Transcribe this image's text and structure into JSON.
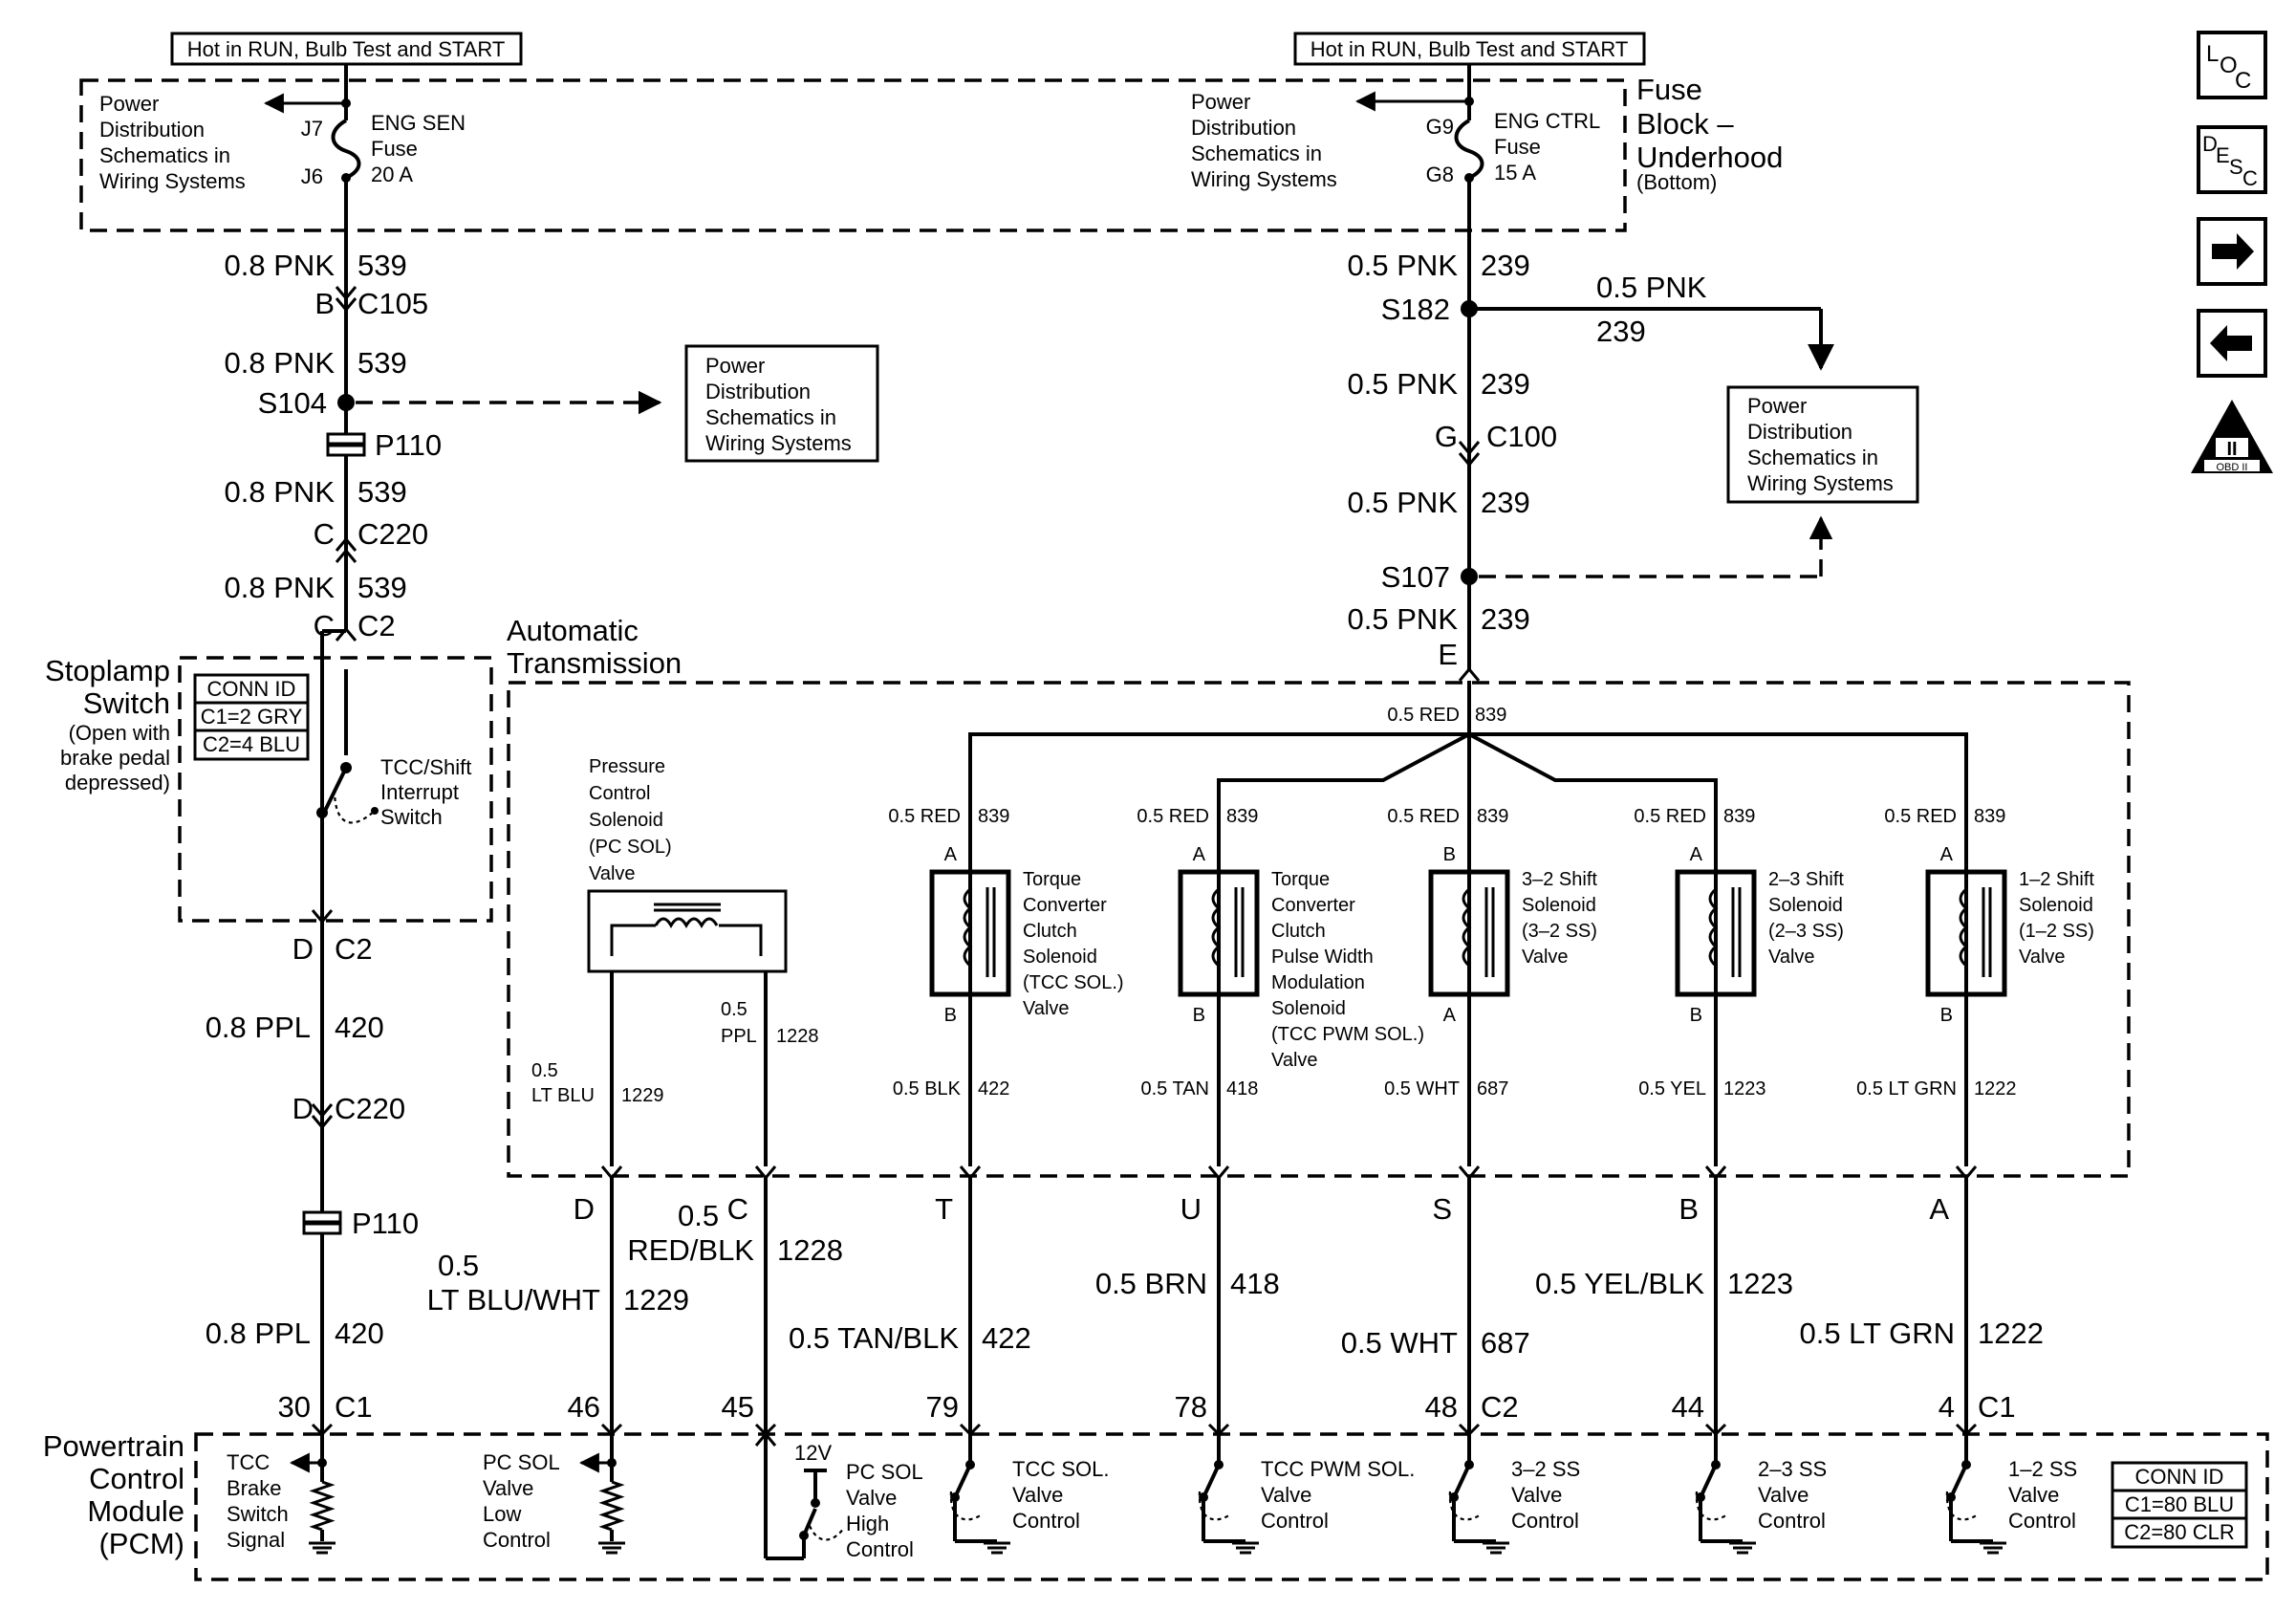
{
  "banners": {
    "left": "Hot in RUN, Bulb Test and START",
    "right": "Hot in RUN, Bulb Test and START"
  },
  "fuse_block": {
    "title_lines": [
      "Fuse",
      "Block –",
      "Underhood"
    ],
    "subtitle": "(Bottom)",
    "left_ref_lines": [
      "Power",
      "Distribution",
      "Schematics in",
      "Wiring Systems"
    ],
    "right_ref_lines": [
      "Power",
      "Distribution",
      "Schematics in",
      "Wiring Systems"
    ],
    "left_fuse": {
      "top_pin": "J7",
      "bottom_pin": "J6",
      "lines": [
        "ENG SEN",
        "Fuse",
        "20 A"
      ]
    },
    "right_fuse": {
      "top_pin": "G9",
      "bottom_pin": "G8",
      "lines": [
        "ENG CTRL",
        "Fuse",
        "15 A"
      ]
    }
  },
  "left_circuit": {
    "wire1": {
      "label": "0.8 PNK",
      "circuit": "539"
    },
    "c105": {
      "pin": "B",
      "name": "C105"
    },
    "wire2": {
      "label": "0.8 PNK",
      "circuit": "539"
    },
    "s104": "S104",
    "p110_top": "P110",
    "wire3": {
      "label": "0.8 PNK",
      "circuit": "539"
    },
    "c220_top": {
      "pin": "C",
      "name": "C220"
    },
    "wire4": {
      "label": "0.8 PNK",
      "circuit": "539"
    },
    "c2_top": {
      "pin": "C",
      "name": "C2"
    },
    "c2_bottom": {
      "pin": "D",
      "name": "C2"
    },
    "wire5": {
      "label": "0.8 PPL",
      "circuit": "420"
    },
    "c220_bottom": {
      "pin": "D",
      "name": "C220"
    },
    "p110_bottom": "P110",
    "wire6": {
      "label": "0.8 PPL",
      "circuit": "420"
    },
    "pcm_pin": {
      "num": "30",
      "conn": "C1"
    }
  },
  "s104_ref_lines": [
    "Power",
    "Distribution",
    "Schematics in",
    "Wiring Systems"
  ],
  "stoplamp": {
    "title_lines": [
      "Stoplamp",
      "Switch"
    ],
    "note_lines": [
      "(Open with",
      "brake pedal",
      "depressed)"
    ],
    "conn_id": [
      "CONN ID",
      "C1=2 GRY",
      "C2=4 BLU"
    ],
    "switch_lines": [
      "TCC/Shift",
      "Interrupt",
      "Switch"
    ]
  },
  "right_circuit": {
    "wire1": {
      "label": "0.5 PNK",
      "circuit": "239"
    },
    "s182": "S182",
    "branch": {
      "label": "0.5 PNK",
      "circuit": "239"
    },
    "wire2": {
      "label": "0.5 PNK",
      "circuit": "239"
    },
    "c100": {
      "pin": "G",
      "name": "C100"
    },
    "wire3": {
      "label": "0.5 PNK",
      "circuit": "239"
    },
    "s107": "S107",
    "wire4": {
      "label": "0.5 PNK",
      "circuit": "239"
    },
    "trans_pin": "E",
    "ref_lines": [
      "Power",
      "Distribution",
      "Schematics in",
      "Wiring Systems"
    ]
  },
  "transmission": {
    "title_lines": [
      "Automatic",
      "Transmission"
    ],
    "feed": {
      "label": "0.5 RED",
      "circuit": "839"
    },
    "pc_sol": {
      "lines": [
        "Pressure",
        "Control",
        "Solenoid",
        "(PC SOL)",
        "Valve"
      ],
      "wire_left": {
        "size": "0.5",
        "color": "LT BLU",
        "circuit": "1229"
      },
      "wire_right": {
        "size": "0.5",
        "color": "PPL",
        "circuit": "1228"
      }
    },
    "solenoids": [
      {
        "top_wire": "0.5 RED",
        "top_circuit": "839",
        "pin_top": "A",
        "pin_bottom": "B",
        "lines": [
          "Torque",
          "Converter",
          "Clutch",
          "Solenoid",
          "(TCC SOL.)",
          "Valve"
        ],
        "bottom_wire": "0.5 BLK",
        "bottom_circuit": "422"
      },
      {
        "top_wire": "0.5 RED",
        "top_circuit": "839",
        "pin_top": "A",
        "pin_bottom": "B",
        "lines": [
          "Torque",
          "Converter",
          "Clutch",
          "Pulse Width",
          "Modulation",
          "Solenoid",
          "(TCC PWM SOL.)",
          "Valve"
        ],
        "bottom_wire": "0.5 TAN",
        "bottom_circuit": "418"
      },
      {
        "top_wire": "0.5 RED",
        "top_circuit": "839",
        "pin_top": "B",
        "pin_bottom": "A",
        "lines": [
          "3–2 Shift",
          "Solenoid",
          "(3–2 SS)",
          "Valve"
        ],
        "bottom_wire": "0.5 WHT",
        "bottom_circuit": "687"
      },
      {
        "top_wire": "0.5 RED",
        "top_circuit": "839",
        "pin_top": "A",
        "pin_bottom": "B",
        "lines": [
          "2–3 Shift",
          "Solenoid",
          "(2–3 SS)",
          "Valve"
        ],
        "bottom_wire": "0.5 YEL",
        "bottom_circuit": "1223"
      },
      {
        "top_wire": "0.5 RED",
        "top_circuit": "839",
        "pin_top": "A",
        "pin_bottom": "B",
        "lines": [
          "1–2 Shift",
          "Solenoid",
          "(1–2 SS)",
          "Valve"
        ],
        "bottom_wire": "0.5 LT GRN",
        "bottom_circuit": "1222"
      }
    ],
    "out_pins": [
      "D",
      "C",
      "T",
      "U",
      "S",
      "B",
      "A"
    ]
  },
  "harness": [
    {
      "label_lines": [
        "0.5",
        "LT BLU/WHT"
      ],
      "circuit": "1229",
      "pcm_pin": "46"
    },
    {
      "label_lines": [
        "0.5",
        "RED/BLK"
      ],
      "circuit": "1228",
      "pcm_pin": "45"
    },
    {
      "label_lines": [
        "0.5 TAN/BLK"
      ],
      "circuit": "422",
      "pcm_pin": "79"
    },
    {
      "label_lines": [
        "0.5 BRN"
      ],
      "circuit": "418",
      "pcm_pin": "78"
    },
    {
      "label_lines": [
        "0.5 WHT"
      ],
      "circuit": "687",
      "pcm_pin": "48",
      "conn": "C2"
    },
    {
      "label_lines": [
        "0.5 YEL/BLK"
      ],
      "circuit": "1223",
      "pcm_pin": "44"
    },
    {
      "label_lines": [
        "0.5 LT GRN"
      ],
      "circuit": "1222",
      "pcm_pin": "4",
      "conn": "C1"
    }
  ],
  "pcm": {
    "title_lines": [
      "Powertrain",
      "Control",
      "Module",
      "(PCM)"
    ],
    "conn_id": [
      "CONN ID",
      "C1=80 BLU",
      "C2=80 CLR"
    ],
    "v12": "12V",
    "blocks": [
      [
        "TCC",
        "Brake",
        "Switch",
        "Signal"
      ],
      [
        "PC SOL",
        "Valve",
        "Low",
        "Control"
      ],
      [
        "PC SOL",
        "Valve",
        "High",
        "Control"
      ],
      [
        "TCC SOL.",
        "Valve",
        "Control"
      ],
      [
        "TCC PWM SOL.",
        "Valve",
        "Control"
      ],
      [
        "3–2 SS",
        "Valve",
        "Control"
      ],
      [
        "2–3 SS",
        "Valve",
        "Control"
      ],
      [
        "1–2 SS",
        "Valve",
        "Control"
      ]
    ]
  },
  "nav_icons": {
    "loc": [
      "L",
      "O",
      "C"
    ],
    "desc": [
      "D",
      "E",
      "S",
      "C"
    ],
    "obd": [
      "II",
      "OBD II"
    ]
  }
}
